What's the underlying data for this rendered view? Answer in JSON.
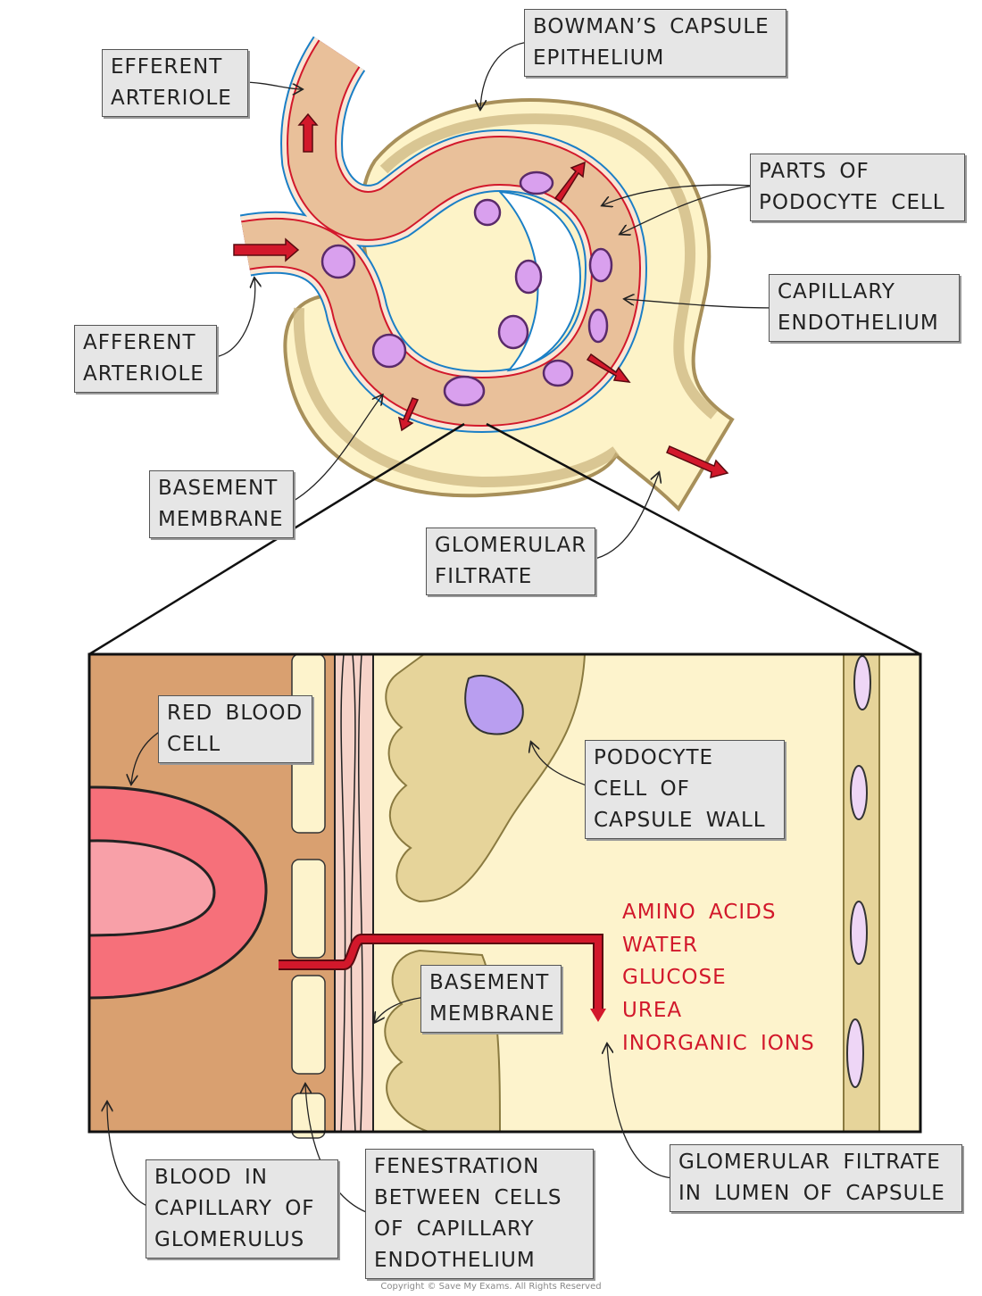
{
  "labels": {
    "efferent": [
      "EFFERENT",
      "ARTERIOLE"
    ],
    "bowman": [
      "BOWMAN’S CAPSULE",
      "EPITHELIUM"
    ],
    "podocyte_parts": [
      "PARTS OF",
      "PODOCYTE CELL"
    ],
    "capillary_endothelium": [
      "CAPILLARY",
      "ENDOTHELIUM"
    ],
    "afferent": [
      "AFFERENT",
      "ARTERIOLE"
    ],
    "basement_top": [
      "BASEMENT",
      "MEMBRANE"
    ],
    "glomerular_filtrate": [
      "GLOMERULAR",
      "FILTRATE"
    ],
    "red_blood_cell": [
      "RED BLOOD",
      "CELL"
    ],
    "podocyte_cell": [
      "PODOCYTE",
      "CELL OF",
      "CAPSULE WALL"
    ],
    "basement_bottom": [
      "BASEMENT",
      "MEMBRANE"
    ],
    "blood_capillary": [
      "BLOOD IN",
      "CAPILLARY OF",
      "GLOMERULUS"
    ],
    "fenestration": [
      "FENESTRATION",
      "BETWEEN CELLS",
      "OF CAPILLARY",
      "ENDOTHELIUM"
    ],
    "filtrate_lumen": [
      "GLOMERULAR FILTRATE",
      "IN LUMEN OF CAPSULE"
    ]
  },
  "filtrate_contents": [
    "AMINO ACIDS",
    "WATER",
    "GLUCOSE",
    "UREA",
    "INORGANIC IONS"
  ],
  "copyright": "Copyright © Save My Exams. All Rights Reserved",
  "colors": {
    "arrow": "#d2182b",
    "capsule_fill": "#fdf3c8",
    "capsule_wall": "#c9b27c",
    "blood": "#e9c09a",
    "vessel_wall": "#d2182b",
    "membrane": "#1a7fc6",
    "cell": "#d9a0ee",
    "capillary": "#d9a070",
    "podocyte": "#e6d49a"
  }
}
